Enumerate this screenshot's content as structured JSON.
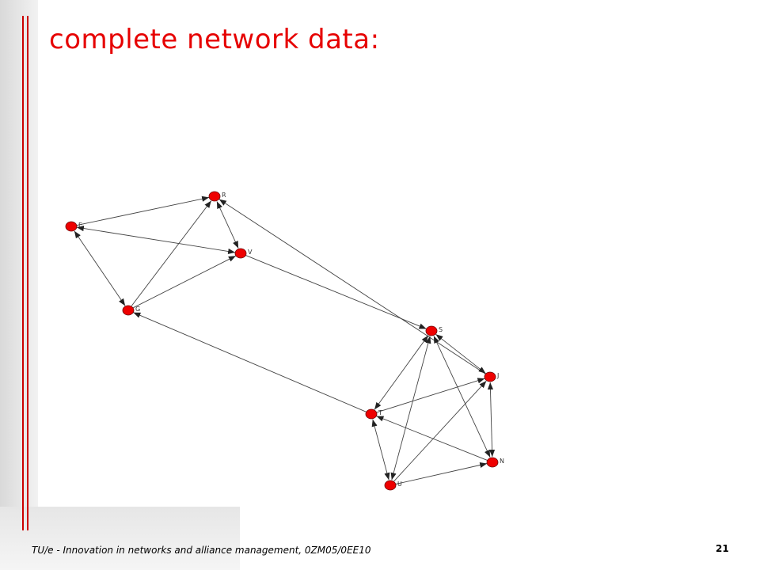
{
  "slide": {
    "title": "complete network data:",
    "footer": "TU/e - Innovation in networks and alliance management, 0ZM05/0EE10",
    "page_number": "21"
  },
  "colors": {
    "title": "#e60000",
    "node_fill": "#ee0000",
    "edge": "#444444",
    "accent_line": "#cc0000"
  },
  "network": {
    "nodes": [
      {
        "id": "R",
        "label": "R"
      },
      {
        "id": "E",
        "label": "E"
      },
      {
        "id": "V",
        "label": "V"
      },
      {
        "id": "G",
        "label": "G"
      },
      {
        "id": "S",
        "label": "S"
      },
      {
        "id": "J",
        "label": "J"
      },
      {
        "id": "T",
        "label": "T"
      },
      {
        "id": "N",
        "label": "N"
      },
      {
        "id": "U",
        "label": "U"
      }
    ],
    "edges": [
      {
        "from": "E",
        "to": "R",
        "directed": "one"
      },
      {
        "from": "E",
        "to": "V",
        "directed": "both"
      },
      {
        "from": "E",
        "to": "G",
        "directed": "both"
      },
      {
        "from": "G",
        "to": "R",
        "directed": "one"
      },
      {
        "from": "R",
        "to": "V",
        "directed": "both"
      },
      {
        "from": "G",
        "to": "V",
        "directed": "one"
      },
      {
        "from": "J",
        "to": "R",
        "directed": "one"
      },
      {
        "from": "V",
        "to": "S",
        "directed": "one"
      },
      {
        "from": "T",
        "to": "G",
        "directed": "one"
      },
      {
        "from": "S",
        "to": "J",
        "directed": "both"
      },
      {
        "from": "S",
        "to": "T",
        "directed": "both"
      },
      {
        "from": "S",
        "to": "U",
        "directed": "both"
      },
      {
        "from": "S",
        "to": "N",
        "directed": "both"
      },
      {
        "from": "T",
        "to": "J",
        "directed": "one"
      },
      {
        "from": "N",
        "to": "T",
        "directed": "one"
      },
      {
        "from": "T",
        "to": "U",
        "directed": "both"
      },
      {
        "from": "J",
        "to": "N",
        "directed": "both"
      },
      {
        "from": "U",
        "to": "J",
        "directed": "one"
      },
      {
        "from": "U",
        "to": "N",
        "directed": "one"
      }
    ]
  }
}
